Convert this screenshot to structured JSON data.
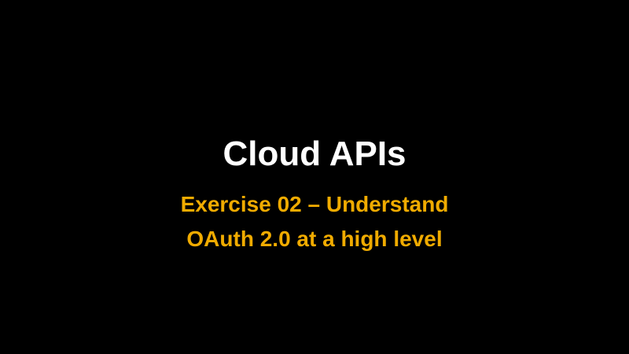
{
  "slide": {
    "title": "Cloud APIs",
    "subtitle_lines": [
      "Exercise 02 – Understand",
      "OAuth 2.0 at a high level"
    ]
  },
  "colors": {
    "background": "#000000",
    "title": "#ffffff",
    "subtitle": "#f0ab00"
  }
}
